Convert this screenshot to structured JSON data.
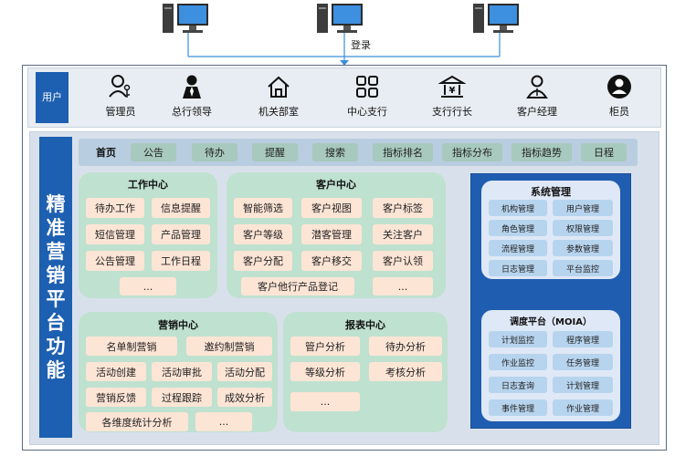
{
  "login_label": "登录",
  "user_tag": "用户",
  "roles": [
    "管理员",
    "总行领导",
    "机关部室",
    "中心支行",
    "支行行长",
    "客户经理",
    "柜员"
  ],
  "side_title": [
    "精",
    "准",
    "营",
    "销",
    "平",
    "台",
    "功",
    "能"
  ],
  "nav": [
    "首页",
    "公告",
    "待办",
    "提醒",
    "搜索",
    "指标排名",
    "指标分布",
    "指标趋势",
    "日程"
  ],
  "work_center": {
    "title": "工作中心",
    "items": [
      "待办工作",
      "信息提醒",
      "短信管理",
      "产品管理",
      "公告管理",
      "工作日程",
      "..."
    ]
  },
  "customer_center": {
    "title": "客户中心",
    "items": [
      "智能筛选",
      "客户视图",
      "客户标签",
      "客户等级",
      "潜客管理",
      "关注客户",
      "客户分配",
      "客户移交",
      "客户认领",
      "客户他行产品登记",
      "..."
    ]
  },
  "marketing_center": {
    "title": "营销中心",
    "items": [
      "名单制营销",
      "邀约制营销",
      "活动创建",
      "活动审批",
      "活动分配",
      "营销反馈",
      "过程跟踪",
      "成效分析",
      "各维度统计分析",
      "..."
    ]
  },
  "report_center": {
    "title": "报表中心",
    "items": [
      "管户分析",
      "待办分析",
      "等级分析",
      "考核分析",
      "..."
    ]
  },
  "system_mgmt": {
    "title": "系统管理",
    "items": [
      "机构管理",
      "用户管理",
      "角色管理",
      "权限管理",
      "流程管理",
      "参数管理",
      "日志管理",
      "平台监控"
    ]
  },
  "schedule_platform": {
    "title": "调度平台（MOIA）",
    "items": [
      "计划监控",
      "程序管理",
      "作业监控",
      "任务管理",
      "日志查询",
      "计划管理",
      "事件管理",
      "作业管理"
    ]
  },
  "colors": {
    "primary_blue": "#1d5fb0",
    "panel_green": "#bfe1cf",
    "chip_peach": "#fde5d6",
    "blue_chip": "#b7d4ee"
  }
}
